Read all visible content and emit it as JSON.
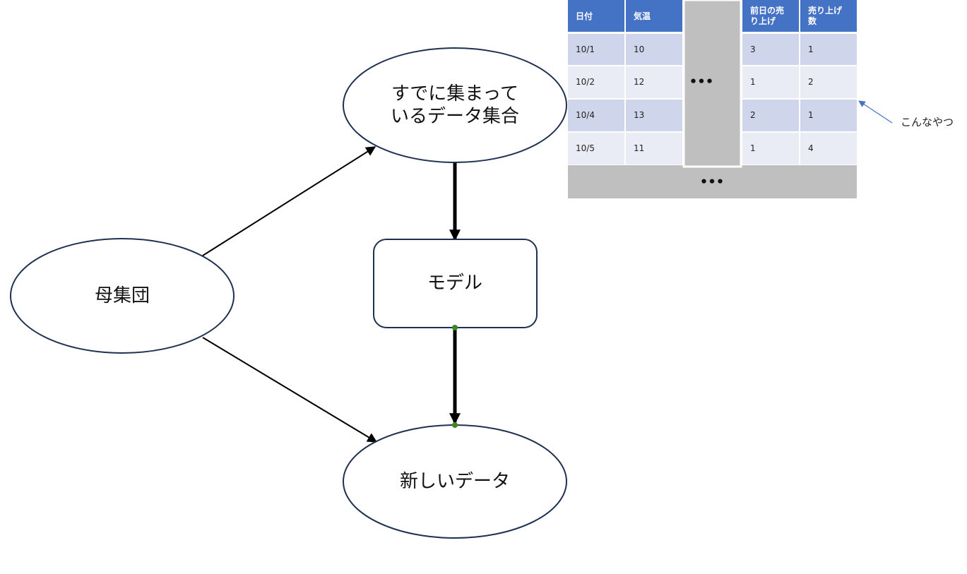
{
  "nodes": {
    "population": {
      "label": "母集団"
    },
    "collected": {
      "label_lines": [
        "すでに集まって",
        "いるデータ集合"
      ]
    },
    "model": {
      "label": "モデル"
    },
    "new_data": {
      "label": "新しいデータ"
    }
  },
  "table": {
    "headers": [
      "日付",
      "気温",
      "前日の売り上げ",
      "売り上げ数"
    ],
    "header_lines": [
      [
        "日付"
      ],
      [
        "気温"
      ],
      [
        "前日の売",
        "り上げ"
      ],
      [
        "売り上げ",
        "数"
      ]
    ],
    "rows": [
      [
        "10/1",
        "10",
        "3",
        "1"
      ],
      [
        "10/2",
        "12",
        "1",
        "2"
      ],
      [
        "10/4",
        "13",
        "2",
        "1"
      ],
      [
        "10/5",
        "11",
        "1",
        "4"
      ]
    ],
    "column_ellipsis": "•••",
    "row_ellipsis": "•••",
    "colors": {
      "header": "#4472C4",
      "row_dark": "#CFD5EA",
      "row_light": "#E9EBF5",
      "ellipsis_fill": "#BFBFBF"
    }
  },
  "annotation": {
    "text": "こんなやつ",
    "arrow_color": "#4472C4"
  },
  "colors": {
    "node_stroke": "#1F3050",
    "edge": "#000000",
    "connector_dot": "#3A8A1E"
  }
}
